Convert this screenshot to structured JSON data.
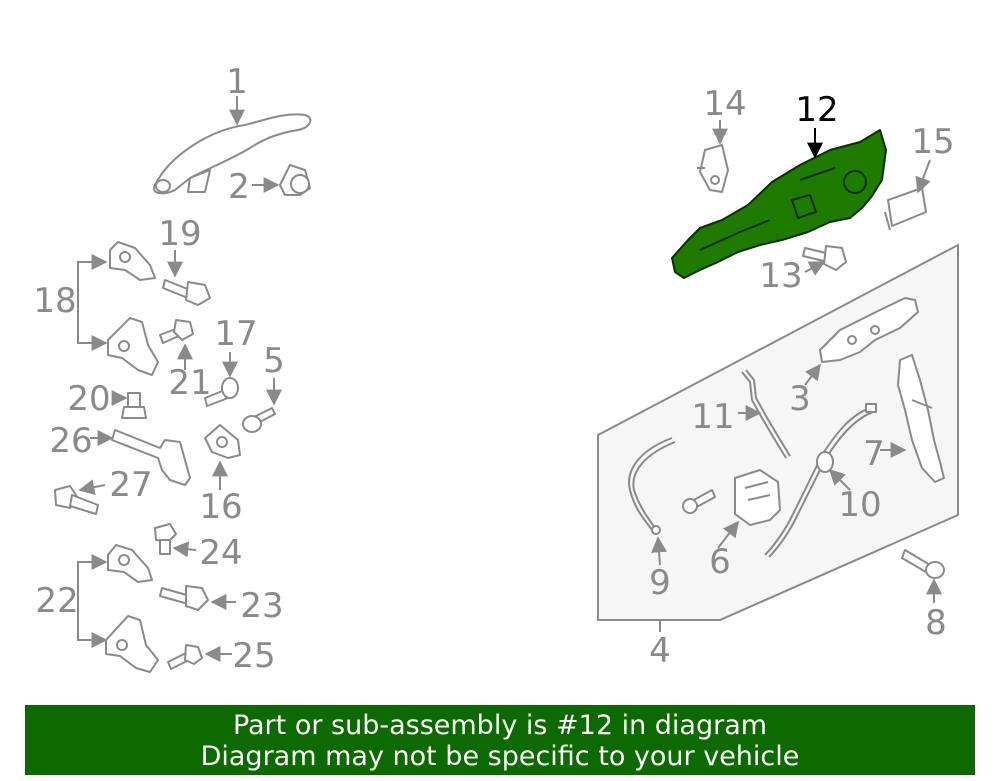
{
  "callouts": [
    "1",
    "2",
    "3",
    "4",
    "5",
    "6",
    "7",
    "8",
    "9",
    "10",
    "11",
    "12",
    "13",
    "14",
    "15",
    "16",
    "17",
    "18",
    "19",
    "20",
    "21",
    "22",
    "23",
    "24",
    "25",
    "26",
    "27"
  ],
  "highlight": {
    "number": "12",
    "color": "#1f7a00"
  },
  "banner": {
    "line1": "Part or sub-assembly is #12 in diagram",
    "line2": "Diagram may not be specific to your vehicle",
    "background": "#0d6a00"
  }
}
